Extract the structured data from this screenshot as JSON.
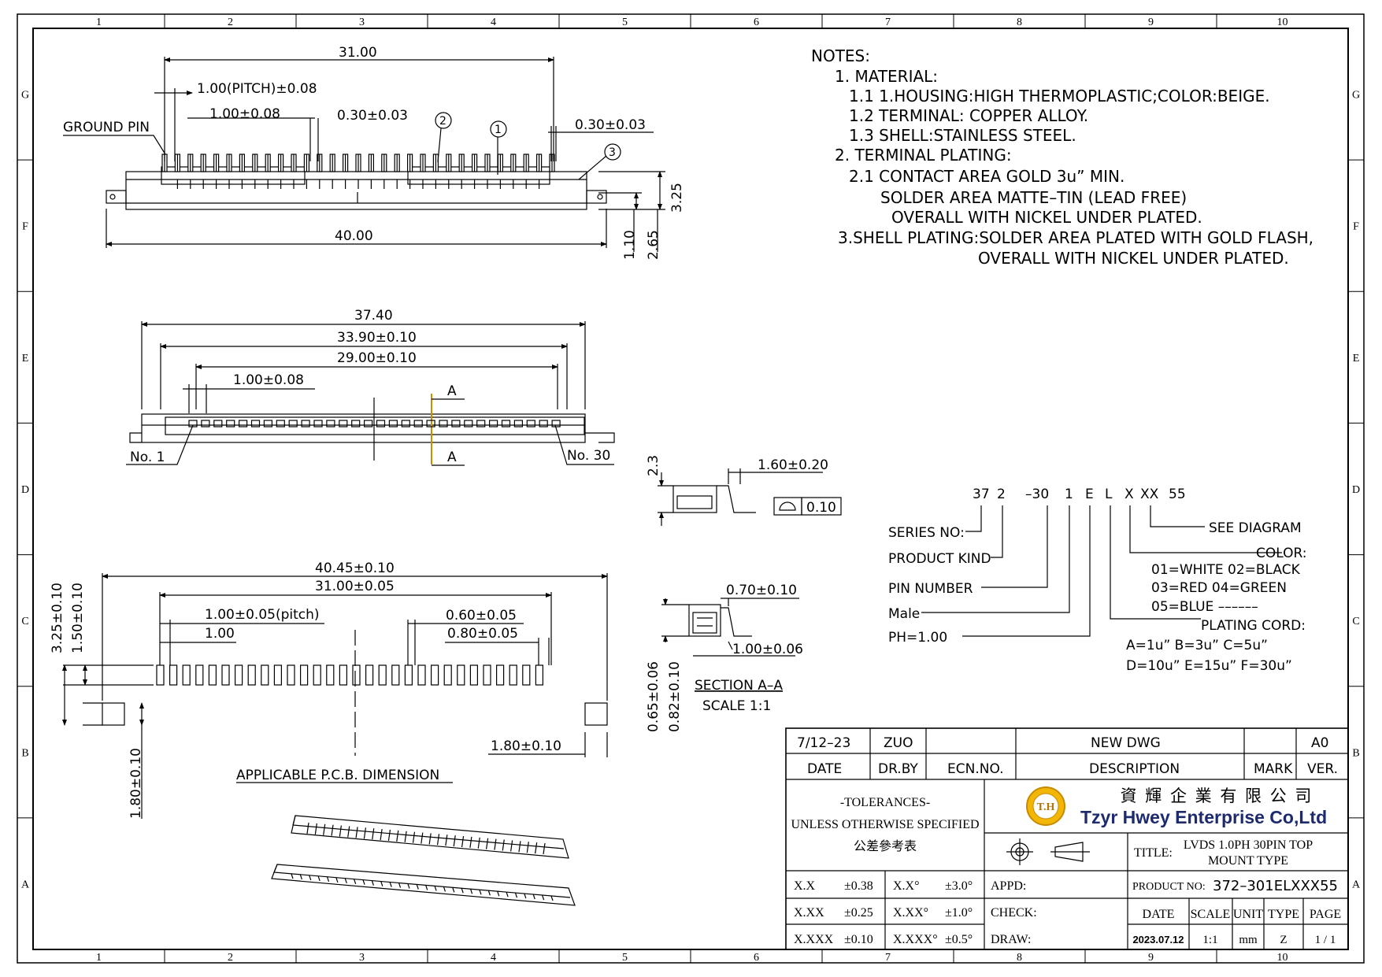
{
  "frame": {
    "cols": [
      "1",
      "2",
      "3",
      "4",
      "5",
      "6",
      "7",
      "8",
      "9",
      "10"
    ],
    "rows": [
      "G",
      "F",
      "E",
      "D",
      "C",
      "B",
      "A"
    ]
  },
  "top_view": {
    "dims": [
      "31.00",
      "1.00(PITCH)±0.08",
      "1.00±0.08",
      "0.30±0.03",
      "0.30±0.03",
      "40.00",
      "3.25",
      "2.65",
      "1.10"
    ],
    "ground_pin": "GROUND PIN",
    "callouts": [
      "2",
      "1",
      "3"
    ]
  },
  "front_view": {
    "dims": [
      "37.40",
      "33.90±0.10",
      "29.00±0.10",
      "1.00±0.08"
    ],
    "section_marks": [
      "A",
      "A"
    ],
    "no1": "No. 1",
    "no30": "No. 30"
  },
  "side_view": {
    "dims": [
      "2.3",
      "1.60±0.20"
    ],
    "flatness_symbol": "semicircle",
    "flatness_value": "0.10"
  },
  "section_view": {
    "dims": [
      "0.70±0.10",
      "1.00±0.06",
      "0.65±0.06",
      "0.82±0.10"
    ],
    "title": "SECTION A–A",
    "scale": "SCALE 1:1"
  },
  "pcb": {
    "dims": [
      "40.45±0.10",
      "31.00±0.05",
      "1.00±0.05(pitch)",
      "1.00",
      "0.60±0.05",
      "0.80±0.05",
      "3.25±0.10",
      "1.50±0.10",
      "1.80±0.10",
      "1.80±0.10"
    ],
    "title": "APPLICABLE P.C.B. DIMENSION"
  },
  "notes": [
    "NOTES:",
    "1. MATERIAL:",
    "1.1 1.HOUSING:HIGH THERMOPLASTIC;COLOR:BEIGE.",
    "1.2 TERMINAL: COPPER ALLOY.",
    "1.3 SHELL:STAINLESS STEEL.",
    "2. TERMINAL PLATING:",
    "2.1 CONTACT AREA GOLD 3u” MIN.",
    "SOLDER AREA MATTE–TIN (LEAD FREE)",
    "OVERALL WITH NICKEL UNDER PLATED.",
    "3.SHELL PLATING:SOLDER AREA PLATED WITH GOLD FLASH,",
    "OVERALL WITH NICKEL UNDER PLATED."
  ],
  "part_code": {
    "segments": [
      "37",
      "2",
      "–30",
      "1",
      "E",
      "L",
      "X",
      "XX",
      "55"
    ],
    "labels": {
      "series": "SERIES NO:",
      "product": "PRODUCT KIND",
      "pin": "PIN NUMBER",
      "male": "Male",
      "ph": "PH=1.00",
      "see": "SEE DIAGRAM",
      "color": "COLOR:",
      "color1": "01=WHITE  02=BLACK",
      "color2": "03=RED    04=GREEN",
      "color3": "05=BLUE  ––––––",
      "plating": "PLATING CORD:",
      "plat1": "A=1u”   B=3u”   C=5u”",
      "plat2": "D=10u” E=15u” F=30u”"
    }
  },
  "title_block": {
    "rev_date": "7/12–23",
    "rev_by": "ZUO",
    "rev_desc": "NEW DWG",
    "rev_ver": "A0",
    "h_date": "DATE",
    "h_drby": "DR.BY",
    "h_ecn": "ECN.NO.",
    "h_desc": "DESCRIPTION",
    "h_mark": "MARK",
    "h_ver": "VER.",
    "tol1": "-TOLERANCES-",
    "tol2": "UNLESS OTHERWISE SPECIFIED",
    "tol3": "公差參考表",
    "company_cn": "資 輝 企 業 有 限 公 司",
    "company_en": "Tzyr Hwey Enterprise Co,Ltd",
    "logo_text": "T.H",
    "title_label": "TITLE:",
    "title1": "LVDS 1.0PH 30PIN TOP",
    "title2": "MOUNT TYPE",
    "tols": [
      [
        "X.X",
        "±0.38",
        "X.X°",
        "±3.0°"
      ],
      [
        "X.XX",
        "±0.25",
        "X.XX°",
        "±1.0°"
      ],
      [
        "X.XXX",
        "±0.10",
        "X.XXX°",
        "±0.5°"
      ]
    ],
    "appd": "APPD:",
    "check": "CHECK:",
    "draw": "DRAW:",
    "product_label": "PRODUCT NO:",
    "product_no": "372–301ELXXX55",
    "col_date": "DATE",
    "col_scale": "SCALE",
    "col_unit": "UNIT",
    "col_type": "TYPE",
    "col_page": "PAGE",
    "val_date": "2023.07.12",
    "val_scale": "1:1",
    "val_unit": "mm",
    "val_type": "Z",
    "val_page": "1 / 1"
  }
}
